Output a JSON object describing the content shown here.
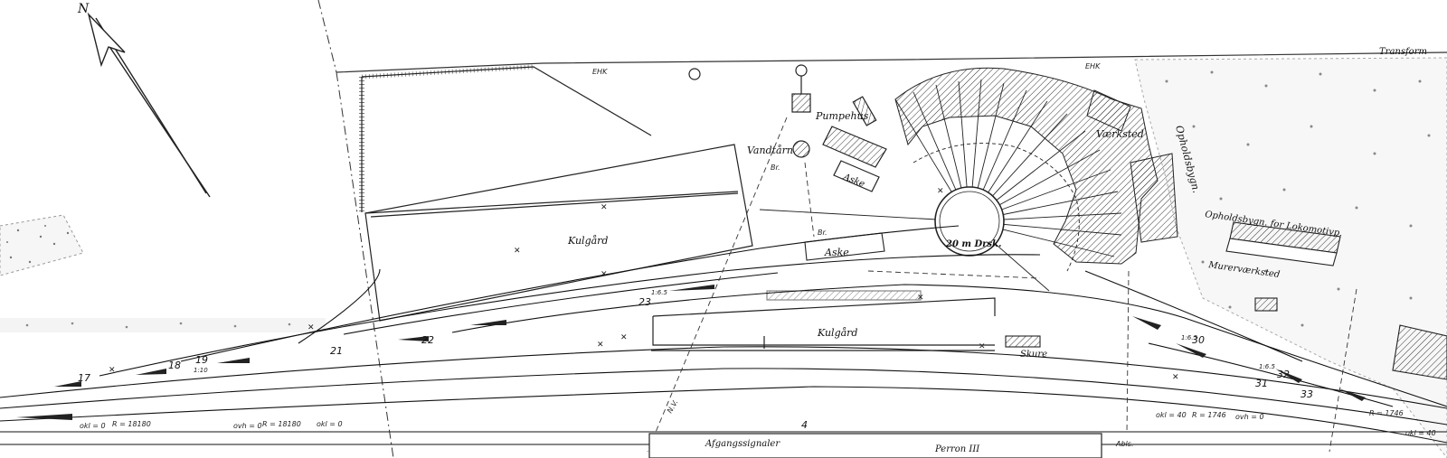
{
  "labels": {
    "north": "N",
    "transformer": "Transform",
    "ehk_top": "EHK",
    "ehk_right": "EHK",
    "pumpehus": "Pumpehus",
    "vandtarn": "Vandtårn",
    "aske_upper": "Aske",
    "kulgard_upper": "Kulgård",
    "turntable": "20 m Drsk.",
    "vaerksted": "Værksted",
    "opholdsbygn": "Opholdsbygn.",
    "opholdsbygn_lokomotiv": "Opholdsbygn. for Lokomotivp.",
    "murervaerksted": "Murerværksted",
    "aske_lower": "Aske",
    "kulgard_lower": "Kulgård",
    "skure": "Skure",
    "afgangssignaler": "Afgangssignaler",
    "perron": "Perron III",
    "abls": "Abls.",
    "br1": "Br.",
    "br2": "Br."
  },
  "track_numbers": [
    "17",
    "18",
    "19",
    "21",
    "22",
    "23",
    "30",
    "31",
    "32",
    "33",
    "4"
  ],
  "survey_notes": {
    "r_left": "R = 18180",
    "okl_left": "okl = 0",
    "r_mid": "R = 18180",
    "okl_mid": "okl = 0",
    "ovh_mid": "ovh = 0",
    "okl_right": "okl = 40",
    "r_right": "R = 1746",
    "ovh_right": "ovh = 0",
    "r_right2": "R = 1746",
    "okl_right2": "okl = 40",
    "ratio_1": "1:10",
    "ratio_2": "1:6.5",
    "ratio_3": "1:6.5",
    "ratio_4": "1:6.5",
    "nw": "N.V."
  }
}
